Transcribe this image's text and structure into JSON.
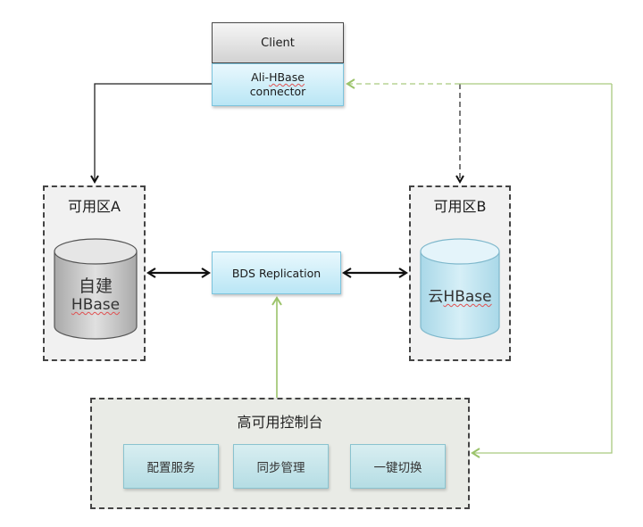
{
  "client": {
    "label": "Client",
    "connector_line1": "Ali-HBase",
    "connector_line2": "connector"
  },
  "zones": {
    "a": {
      "title": "可用区A",
      "db_line1": "自建",
      "db_line2": "HBase"
    },
    "b": {
      "title": "可用区B",
      "db_label_prefix": "云",
      "db_label_suffix": "HBase"
    }
  },
  "replication": {
    "label": "BDS Replication"
  },
  "console": {
    "title": "高可用控制台",
    "services": [
      {
        "label": "配置服务"
      },
      {
        "label": "同步管理"
      },
      {
        "label": "一键切换"
      }
    ]
  },
  "colors": {
    "black_connector": "#1a1a1a",
    "green_connector": "#9bc36a",
    "blue_box": "#b9e6f5",
    "gray_box": "#d2d2d2"
  }
}
